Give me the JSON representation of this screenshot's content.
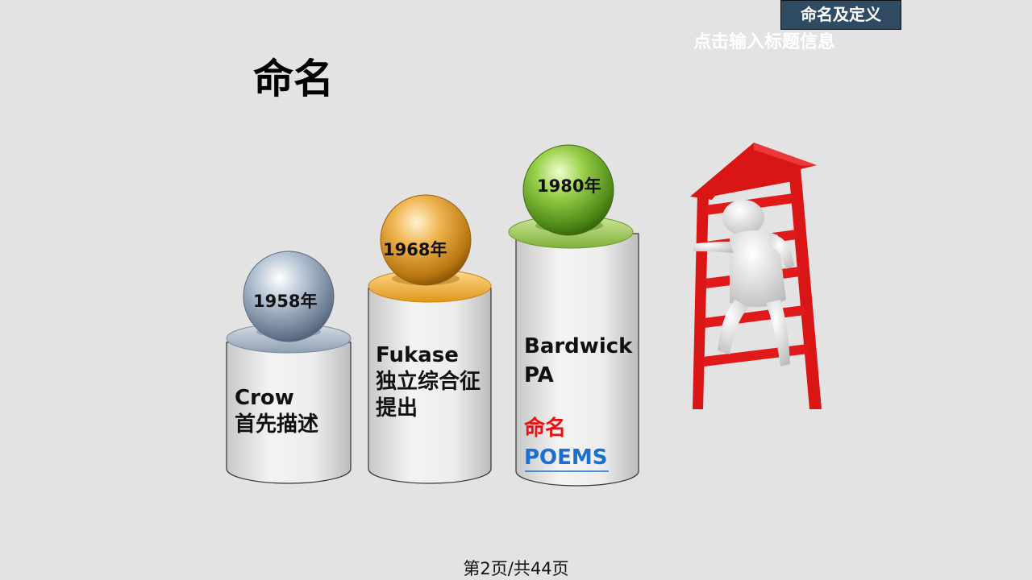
{
  "header": {
    "section_tag": "命名及定义",
    "placeholder_title": "点击输入标题信息"
  },
  "slide": {
    "title": "命名"
  },
  "timeline": [
    {
      "year": "1958年",
      "lines": [
        "Crow",
        "首先描述"
      ],
      "sphere_color": "#8ea0b5"
    },
    {
      "year": "1968年",
      "lines": [
        "Fukase",
        "独立综合征",
        "提出"
      ],
      "sphere_color": "#e0a040"
    },
    {
      "year": "1980年",
      "lines": [
        "Bardwick",
        "PA"
      ],
      "highlight_red": "命名",
      "highlight_blue": "POEMS",
      "sphere_color": "#7ab53a"
    }
  ],
  "colors": {
    "red": "#e81010",
    "blue": "#1a6fd0",
    "ladder_red": "#dc1414"
  },
  "footer": {
    "page_indicator": "第2页/共44页"
  }
}
